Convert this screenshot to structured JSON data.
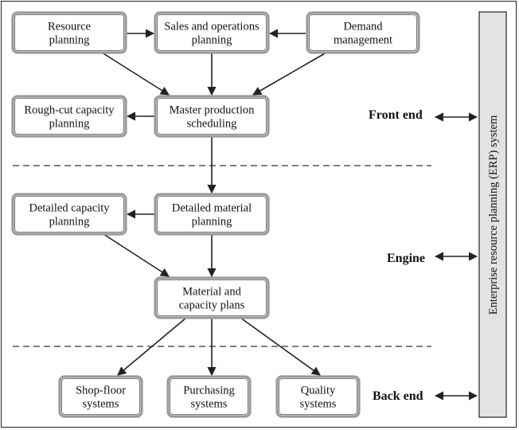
{
  "nodes": {
    "resource": [
      "Resource",
      "planning"
    ],
    "sop": [
      "Sales and operations",
      "planning"
    ],
    "demand": [
      "Demand",
      "management"
    ],
    "rccp": [
      "Rough-cut capacity",
      "planning"
    ],
    "mps": [
      "Master production",
      "scheduling"
    ],
    "dcp": [
      "Detailed capacity",
      "planning"
    ],
    "dmp": [
      "Detailed material",
      "planning"
    ],
    "mcp": [
      "Material and",
      "capacity plans"
    ],
    "shop": [
      "Shop-floor",
      "systems"
    ],
    "purch": [
      "Purchasing",
      "systems"
    ],
    "quality": [
      "Quality",
      "systems"
    ]
  },
  "sections": {
    "front_end": "Front end",
    "engine": "Engine",
    "back_end": "Back end"
  },
  "erp_system": "Enterprise resource planning (ERP) system",
  "edges": [
    [
      "resource",
      "sop"
    ],
    [
      "demand",
      "sop"
    ],
    [
      "resource",
      "mps"
    ],
    [
      "sop",
      "mps"
    ],
    [
      "demand",
      "mps"
    ],
    [
      "mps",
      "rccp"
    ],
    [
      "mps",
      "dmp"
    ],
    [
      "dmp",
      "dcp"
    ],
    [
      "dcp",
      "mcp"
    ],
    [
      "dmp",
      "mcp"
    ],
    [
      "mcp",
      "shop"
    ],
    [
      "mcp",
      "purch"
    ],
    [
      "mcp",
      "quality"
    ]
  ]
}
